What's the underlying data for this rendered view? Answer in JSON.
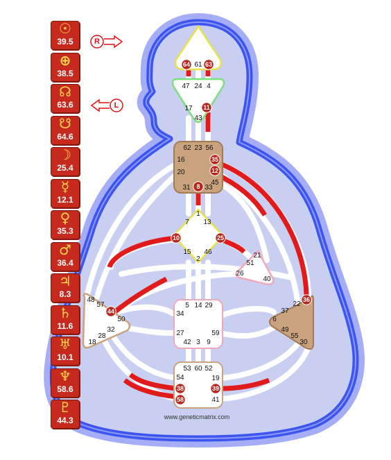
{
  "planets": [
    {
      "name": "sun-icon",
      "symbol": "☉",
      "value": "39.5"
    },
    {
      "name": "earth-icon",
      "symbol": "⊕",
      "value": "38.5"
    },
    {
      "name": "north-node-icon",
      "symbol": "☊",
      "value": "63.6"
    },
    {
      "name": "south-node-icon",
      "symbol": "☋",
      "value": "64.6"
    },
    {
      "name": "moon-icon",
      "symbol": "☽",
      "value": "25.4"
    },
    {
      "name": "mercury-icon",
      "symbol": "☿",
      "value": "12.1"
    },
    {
      "name": "venus-icon",
      "symbol": "♀",
      "value": "35.3"
    },
    {
      "name": "mars-icon",
      "symbol": "♂",
      "value": "36.4"
    },
    {
      "name": "jupiter-icon",
      "symbol": "♃",
      "value": "8.3"
    },
    {
      "name": "saturn-icon",
      "symbol": "♄",
      "value": "11.6"
    },
    {
      "name": "uranus-icon",
      "symbol": "♅",
      "value": "10.1"
    },
    {
      "name": "neptune-icon",
      "symbol": "♆",
      "value": "58.6"
    },
    {
      "name": "pluto-icon",
      "symbol": "♇",
      "value": "44.3"
    }
  ],
  "arrows": {
    "right_label": "R",
    "left_label": "L"
  },
  "footer": "www.geneticmatrix.com",
  "colors": {
    "body_fill": "#c9cff0",
    "outline_dark": "#3d55f0",
    "outline_light": "#9fa9f4",
    "active_red": "#e11b1b",
    "channel_white": "#ffffff",
    "defined_center": "#c9a37d"
  },
  "centers": [
    {
      "id": "head",
      "defined": false,
      "gates": [
        {
          "g": "64",
          "active": true
        },
        {
          "g": "61",
          "active": false
        },
        {
          "g": "63",
          "active": true
        }
      ]
    },
    {
      "id": "ajna",
      "defined": false,
      "gates": [
        {
          "g": "47",
          "active": false
        },
        {
          "g": "24",
          "active": false
        },
        {
          "g": "4",
          "active": false
        },
        {
          "g": "17",
          "active": false
        },
        {
          "g": "11",
          "active": true
        },
        {
          "g": "43",
          "active": false
        }
      ]
    },
    {
      "id": "throat",
      "defined": true,
      "gates": [
        {
          "g": "62",
          "active": false
        },
        {
          "g": "23",
          "active": false
        },
        {
          "g": "56",
          "active": false
        },
        {
          "g": "16",
          "active": false
        },
        {
          "g": "35",
          "active": true
        },
        {
          "g": "20",
          "active": false
        },
        {
          "g": "12",
          "active": true
        },
        {
          "g": "45",
          "active": false
        },
        {
          "g": "31",
          "active": false
        },
        {
          "g": "8",
          "active": true
        },
        {
          "g": "33",
          "active": false
        }
      ]
    },
    {
      "id": "g",
      "defined": false,
      "gates": [
        {
          "g": "1",
          "active": false
        },
        {
          "g": "7",
          "active": false
        },
        {
          "g": "13",
          "active": false
        },
        {
          "g": "10",
          "active": true
        },
        {
          "g": "25",
          "active": true
        },
        {
          "g": "15",
          "active": false
        },
        {
          "g": "46",
          "active": false
        },
        {
          "g": "2",
          "active": false
        }
      ]
    },
    {
      "id": "heart",
      "defined": false,
      "gates": [
        {
          "g": "21",
          "active": false
        },
        {
          "g": "51",
          "active": false
        },
        {
          "g": "26",
          "active": false
        },
        {
          "g": "40",
          "active": false
        }
      ]
    },
    {
      "id": "spleen",
      "defined": false,
      "gates": [
        {
          "g": "48",
          "active": false
        },
        {
          "g": "57",
          "active": false
        },
        {
          "g": "44",
          "active": true
        },
        {
          "g": "50",
          "active": false
        },
        {
          "g": "32",
          "active": false
        },
        {
          "g": "28",
          "active": false
        },
        {
          "g": "18",
          "active": false
        }
      ]
    },
    {
      "id": "sacral",
      "defined": false,
      "gates": [
        {
          "g": "5",
          "active": false
        },
        {
          "g": "14",
          "active": false
        },
        {
          "g": "29",
          "active": false
        },
        {
          "g": "34",
          "active": false
        },
        {
          "g": "27",
          "active": false
        },
        {
          "g": "59",
          "active": false
        },
        {
          "g": "42",
          "active": false
        },
        {
          "g": "3",
          "active": false
        },
        {
          "g": "9",
          "active": false
        }
      ]
    },
    {
      "id": "solar-plexus",
      "defined": true,
      "gates": [
        {
          "g": "36",
          "active": true
        },
        {
          "g": "22",
          "active": false
        },
        {
          "g": "37",
          "active": false
        },
        {
          "g": "6",
          "active": false
        },
        {
          "g": "49",
          "active": false
        },
        {
          "g": "55",
          "active": false
        },
        {
          "g": "30",
          "active": false
        }
      ]
    },
    {
      "id": "root",
      "defined": false,
      "gates": [
        {
          "g": "53",
          "active": false
        },
        {
          "g": "60",
          "active": false
        },
        {
          "g": "52",
          "active": false
        },
        {
          "g": "54",
          "active": false
        },
        {
          "g": "19",
          "active": false
        },
        {
          "g": "38",
          "active": true
        },
        {
          "g": "39",
          "active": true
        },
        {
          "g": "58",
          "active": true
        },
        {
          "g": "41",
          "active": false
        }
      ]
    }
  ]
}
